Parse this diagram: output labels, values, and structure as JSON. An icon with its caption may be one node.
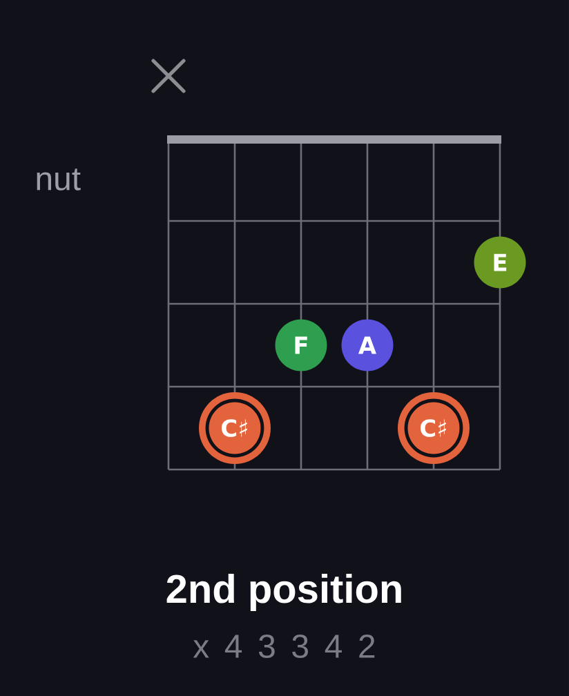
{
  "diagram": {
    "title": "2nd position",
    "nodes": [
      {
        "text": [
          "E"
        ]
      },
      {
        "text": [
          "F"
        ]
      },
      {
        "text": [
          "A"
        ]
      },
      {
        "text": [
          "C♯"
        ]
      },
      {
        "text": [
          "C♯"
        ]
      }
    ],
    "labels": [
      "nut",
      "x 4 3 3 4 2"
    ]
  }
}
